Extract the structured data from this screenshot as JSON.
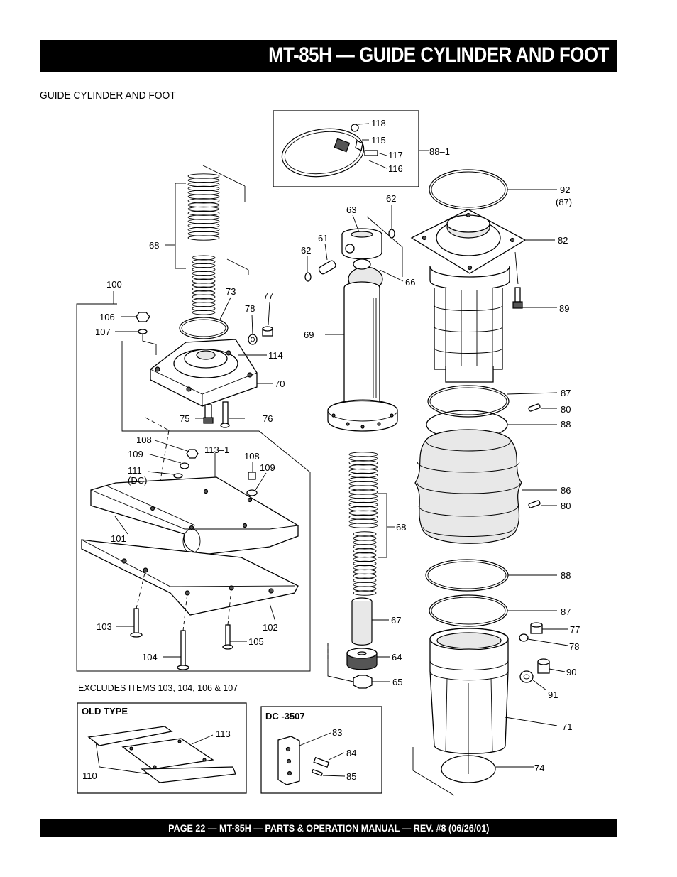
{
  "header": {
    "title": "MT-85H — GUIDE CYLINDER AND FOOT"
  },
  "section": {
    "heading": "GUIDE CYLINDER AND FOOT"
  },
  "footer": {
    "text": "PAGE 22 — MT-85H — PARTS & OPERATION MANUAL — REV. #8 (06/26/01)"
  },
  "diagram": {
    "note": "EXCLUDES ITEMS 103, 104, 106 & 107",
    "old_type_label": "OLD TYPE",
    "dc_label": "DC -3507",
    "callouts": {
      "c118": "118",
      "c115": "115",
      "c117": "117",
      "c116": "116",
      "c88_1": "88–1",
      "c92": "92",
      "c87a": "(87)",
      "c62a": "62",
      "c63": "63",
      "c61": "61",
      "c62b": "62",
      "c66": "66",
      "c82": "82",
      "c89": "89",
      "c68a": "68",
      "c100": "100",
      "c73": "73",
      "c77a": "77",
      "c78a": "78",
      "c106": "106",
      "c107": "107",
      "c114": "114",
      "c69": "69",
      "c70": "70",
      "c75": "75",
      "c76": "76",
      "c87b": "87",
      "c80a": "80",
      "c88a": "88",
      "c108a": "108",
      "c113_1": "113–1",
      "c108b": "108",
      "c109a": "109",
      "c109b": "109",
      "c111": "111",
      "cdc": "(DC)",
      "c86": "86",
      "c80b": "80",
      "c68b": "68",
      "c101": "101",
      "c88b": "88",
      "c87c": "87",
      "c67": "67",
      "c77b": "77",
      "c103": "103",
      "c102": "102",
      "c78b": "78",
      "c105": "105",
      "c104": "104",
      "c64": "64",
      "c90": "90",
      "c65": "65",
      "c91": "91",
      "c71": "71",
      "c113": "113",
      "c83": "83",
      "c84": "84",
      "c110": "110",
      "c85": "85",
      "c74": "74"
    }
  }
}
